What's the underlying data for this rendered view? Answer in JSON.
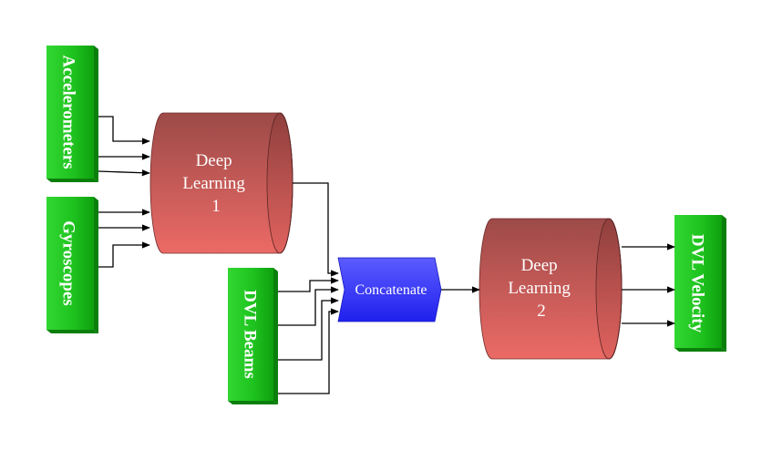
{
  "inputs": {
    "accelerometers": "Accelerometers",
    "gyroscopes": "Gyroscopes",
    "dvl_beams": "DVL Beams"
  },
  "blocks": {
    "dl1": [
      "Deep",
      "Learning",
      "1"
    ],
    "concatenate": "Concatenate",
    "dl2": [
      "Deep",
      "Learning",
      "2"
    ]
  },
  "output": {
    "dvl_velocity": "DVL Velocity"
  },
  "colors": {
    "sensor_green_light": "#33dd33",
    "sensor_green_dark": "#0a9e0a",
    "cylinder_top": "#9e4a48",
    "cylinder_bottom": "#ee6b66",
    "concat_top": "#5a5aff",
    "concat_bottom": "#2222ee"
  }
}
